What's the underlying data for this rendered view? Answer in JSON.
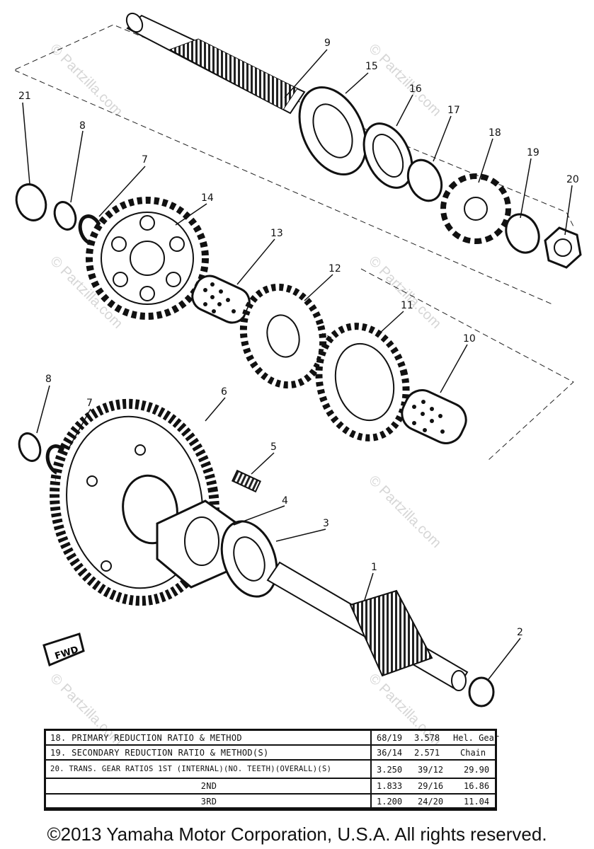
{
  "watermark": "© Partzilla.com",
  "callouts": [
    "1",
    "2",
    "3",
    "4",
    "5",
    "6",
    "7",
    "8",
    "9",
    "10",
    "11",
    "12",
    "13",
    "14",
    "15",
    "16",
    "17",
    "18",
    "19",
    "20",
    "21",
    "7",
    "8"
  ],
  "fwd_label": "FWD",
  "table": {
    "rows": [
      {
        "label": "18.  PRIMARY REDUCTION RATIO & METHOD",
        "v1": "68/19",
        "v2": "3.578",
        "v3": "Hel. Gear"
      },
      {
        "label": "19.  SECONDARY REDUCTION RATIO & METHOD(S)",
        "v1": "36/14",
        "v2": "2.571",
        "v3": "Chain"
      },
      {
        "label": "20.  TRANS. GEAR RATIOS 1ST (INTERNAL)(NO. TEETH)(OVERALL)(S)",
        "v1": "3.250",
        "v2": "39/12",
        "v3": "29.90"
      },
      {
        "label": "2ND",
        "v1": "1.833",
        "v2": "29/16",
        "v3": "16.86"
      },
      {
        "label": "3RD",
        "v1": "1.200",
        "v2": "24/20",
        "v3": "11.04"
      }
    ]
  },
  "copyright": "©2013 Yamaha Motor Corporation, U.S.A. All rights reserved."
}
